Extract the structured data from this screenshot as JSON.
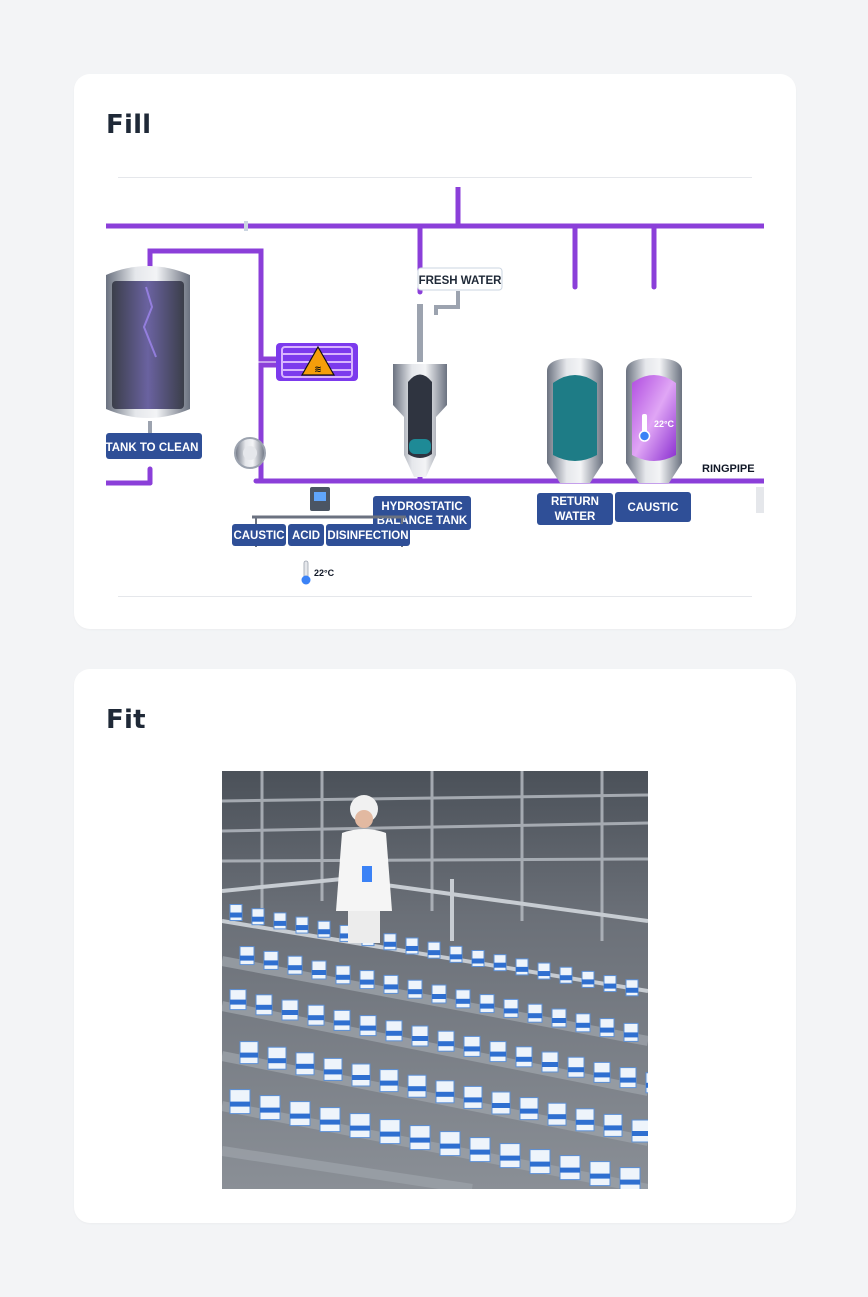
{
  "cards": {
    "fill": {
      "title": "Fill",
      "diagram": {
        "labels": {
          "fresh_water": "FRESH WATER",
          "tank_to_clean": "TANK TO CLEAN",
          "hydrostatic_1": "HYDROSTATIC",
          "hydrostatic_2": "BALANCE  TANK",
          "return_1": "RETURN",
          "return_2": "WATER",
          "caustic": "CAUSTIC",
          "ringpipe": "RINGPIPE",
          "caustic_btn": "CAUSTIC",
          "acid_btn": "ACID",
          "disinfection_btn": "DISINFECTION",
          "tank_temp": "22°C",
          "bottom_temp": "22°C"
        },
        "colors": {
          "pipe": "#8b3fd9",
          "label_bg": "#2f4f97",
          "water": "#1e8a96"
        },
        "icons": [
          "warning-heat-icon",
          "thermometer-icon",
          "pump-icon",
          "valve-icon"
        ]
      }
    },
    "fit": {
      "title": "Fit",
      "photo_icon": "factory-photo"
    }
  }
}
